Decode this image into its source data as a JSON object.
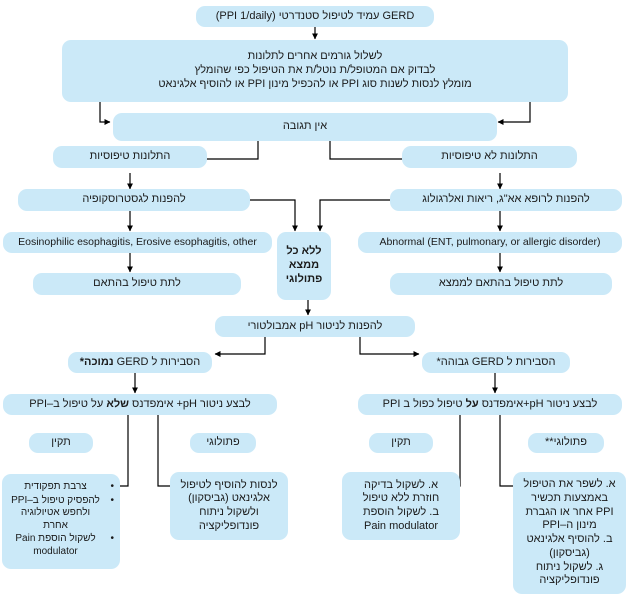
{
  "meta": {
    "title": "GERD עמיד לטיפול סטנדרטי - אלגוריתם",
    "language": "he",
    "box_color": "#cbe9f8",
    "text_color": "#1a1a1a",
    "arrow_color": "#000000",
    "background": "#ffffff"
  },
  "nodes": {
    "root": "GERD עמיד לטיפול סטנדרטי (PPI 1/daily)",
    "rule_out": {
      "line1": "לשלול גורמים אחרים לתלונות",
      "line2": "לבדוק אם המטופל/ת נוטל/ת את הטיפול כפי שהומלץ",
      "line3": "מומלץ לנסות לשנות סוג PPI או להכפיל מינון PPI או להוסיף אלגינאט"
    },
    "no_response": "אין תגובה",
    "typical_complaints": "התלונות טיפוסיות",
    "atypical_complaints": "התלונות לא טיפוסיות",
    "refer_gastroscopy": "להפנות לגסטרוסקופיה",
    "refer_ent": "להפנות לרופא אא\"ג, ריאות ואלרגולוג",
    "eoe_findings": "Eosinophilic esophagitis, Erosive esophagitis, other",
    "abnormal_findings": "Abnormal (ENT, pulmonary, or allergic disorder)",
    "no_pathology": {
      "line1": "ללא כל",
      "line2": "ממצא",
      "line3": "פתולוגי"
    },
    "treat_accordingly_left": "לתת טיפול בהתאם",
    "treat_accordingly_right": "לתת טיפול בהתאם לממצא",
    "refer_ph_monitoring": "להפנות לניטור pH אמבולטורי",
    "gerd_low": {
      "prefix": "הסבירות ל GERD ",
      "emphasis": "נמוכה*"
    },
    "gerd_high": {
      "prefix": "הסבירות ל GERD ",
      "emphasis": "גבוהה*"
    },
    "monitor_off_ppi": {
      "part1": "לבצע ניטור pH+ אימפדנס ",
      "emphasis": "שלא",
      "part2": " על טיפול ב–PPI"
    },
    "monitor_on_ppi": {
      "part1": "לבצע ניטור pH+אימפדנס ",
      "emphasis": "על",
      "part2": " טיפול כפול ב PPI"
    },
    "normal_left_label": "תקין",
    "pathological_left_label": "פתולוגי",
    "normal_right_label": "תקין",
    "pathological_right_label": "פתולוגי**",
    "normal_left_items": [
      "צרבת תפקודית",
      "להפסיק טיפול ב–PPI ולחפש אטיולוגיה אחרת",
      "לשקול הוספת Pain modulator"
    ],
    "pathological_left_lines": [
      "לנסות להוסיף לטיפול",
      "אלגינאט (גביסקון)",
      "ולשקול ניתוח",
      "פונדופליקציה"
    ],
    "normal_right_lines": [
      "א. לשקול בדיקה",
      "חוזרת ללא טיפול",
      "ב. לשקול הוספת",
      "Pain modulator"
    ],
    "pathological_right_lines": [
      "א. לשפר את הטיפול",
      "באמצעות תכשיר",
      "PPI אחר או הגברת",
      "מינון ה–PPI",
      "ב. להוסיף אלגינאט",
      "(גביסקון)",
      "ג. לשקול ניתוח",
      "פונדופליקציה"
    ]
  }
}
